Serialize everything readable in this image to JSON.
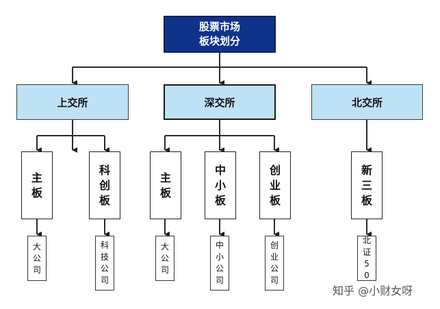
{
  "root": {
    "line1": "股票市场",
    "line2": "板块划分"
  },
  "exchanges": {
    "shanghai": "上交所",
    "shenzhen": "深交所",
    "beijing": "北交所"
  },
  "boards": {
    "sh_main": [
      "主",
      "板"
    ],
    "star": [
      "科",
      "创",
      "板"
    ],
    "sz_main": [
      "主",
      "板"
    ],
    "sme": [
      "中",
      "小",
      "板"
    ],
    "chinext": [
      "创",
      "业",
      "板"
    ],
    "neeq": [
      "新",
      "三",
      "板"
    ]
  },
  "leaves": {
    "sh_main": [
      "大",
      "公",
      "司"
    ],
    "star": [
      "科",
      "技",
      "公",
      "司"
    ],
    "sz_main": [
      "大",
      "公",
      "司"
    ],
    "sme": [
      "中",
      "小",
      "公",
      "司"
    ],
    "chinext": [
      "创",
      "业",
      "公",
      "司"
    ],
    "neeq": [
      "北",
      "证",
      "5",
      "0"
    ]
  },
  "watermark": "知乎 @小财女呀"
}
